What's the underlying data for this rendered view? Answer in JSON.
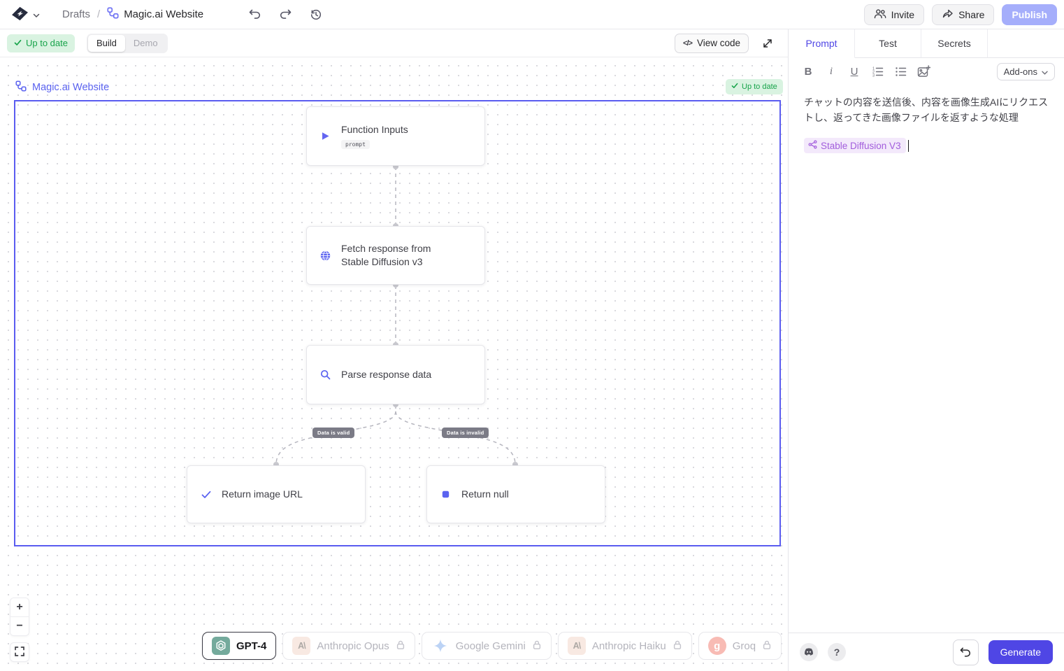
{
  "app": {
    "accent": "#4f46e5",
    "selection_border": "#5a5cf0",
    "publish_bg": "#a5aefb",
    "success_bg": "#d9f3e1",
    "success_text": "#17a34a",
    "chip_bg": "#f3e9fb",
    "chip_text": "#a25ddc"
  },
  "header": {
    "breadcrumb": {
      "section": "Drafts",
      "separator": "/",
      "title": "Magic.ai Website"
    },
    "invite_label": "Invite",
    "share_label": "Share",
    "publish_label": "Publish"
  },
  "canvas_toolbar": {
    "status_label": "Up to date",
    "build_label": "Build",
    "demo_label": "Demo",
    "view_code_label": "View code"
  },
  "canvas": {
    "flow_label": "Magic.ai Website",
    "status_label": "Up to date",
    "nodes": [
      {
        "title": "Function Inputs",
        "tag": "prompt",
        "icon": "play-icon"
      },
      {
        "title": "Fetch response from Stable Diffusion v3",
        "icon": "globe-icon"
      },
      {
        "title": "Parse response data",
        "icon": "search-icon"
      },
      {
        "title": "Return image URL",
        "icon": "check-icon"
      },
      {
        "title": "Return null",
        "icon": "square-icon"
      }
    ],
    "edge_labels": [
      "Data is valid",
      "Data is invalid"
    ]
  },
  "models": [
    {
      "name": "GPT-4",
      "provider": "openai",
      "selected": true,
      "locked": false
    },
    {
      "name": "Anthropic Opus",
      "provider": "anthropic",
      "selected": false,
      "locked": true
    },
    {
      "name": "Google Gemini",
      "provider": "google",
      "selected": false,
      "locked": true
    },
    {
      "name": "Anthropic Haiku",
      "provider": "anthropic",
      "selected": false,
      "locked": true
    },
    {
      "name": "Groq",
      "provider": "groq",
      "selected": false,
      "locked": true
    }
  ],
  "panel": {
    "tabs": [
      {
        "label": "Prompt",
        "active": true
      },
      {
        "label": "Test",
        "active": false
      },
      {
        "label": "Secrets",
        "active": false
      }
    ],
    "addons_label": "Add-ons",
    "prompt_text": "チャットの内容を送信後、内容を画像生成AIにリクエストし、返ってきた画像ファイルを返すような処理",
    "chip_label": "Stable Diffusion V3",
    "generate_label": "Generate"
  },
  "icons": {
    "code": "</>",
    "help": "?",
    "zoom_in": "+",
    "zoom_out": "−",
    "bold": "B",
    "italic": "i",
    "underline": "U",
    "anthropic_glyph": "A\\",
    "groq_glyph": "g"
  }
}
